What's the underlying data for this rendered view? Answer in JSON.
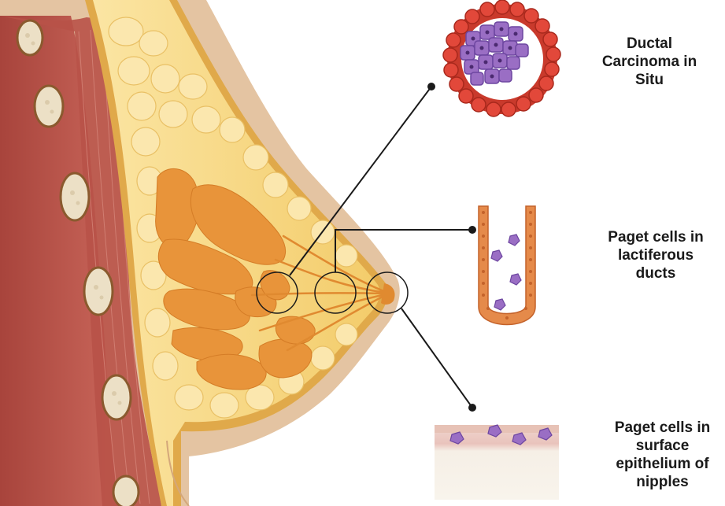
{
  "labels": {
    "ductal_carcinoma": "Ductal\nCarcinoma in\nSitu",
    "paget_lactiferous": "Paget cells in\nlactiferous\nducts",
    "paget_surface": "Paget cells in\nsurface\nepithelium of\nnipples"
  },
  "colors": {
    "skin": "#e3c3a3",
    "muscle": "#b8524a",
    "fat": "#f7dc8a",
    "gland": "#e8943a",
    "duct_cell": "#d9412f",
    "paget_cell": "#8e65b8",
    "rib": "#e9dcc2"
  }
}
